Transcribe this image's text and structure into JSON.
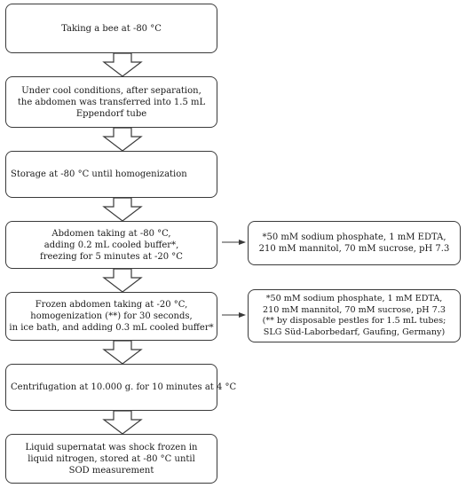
{
  "steps": [
    {
      "lines": [
        "Taking a bee at -80 °C"
      ]
    },
    {
      "lines": [
        "Under cool conditions, after separation,",
        "the abdomen was transferred into 1.5 mL",
        "Eppendorf tube"
      ]
    },
    {
      "lines": [
        "Storage at -80 °C until homogenization"
      ]
    },
    {
      "lines": [
        "Abdomen taking at -80 °C,",
        "adding 0.2 mL cooled buffer*,",
        "freezing for 5 minutes at -20 °C"
      ]
    },
    {
      "lines": [
        "Frozen abdomen taking at -20 °C,",
        "homogenization (**) for 30 seconds,",
        "in ice bath, and adding 0.3 mL cooled buffer*"
      ]
    },
    {
      "lines": [
        "Centrifugation at 10.000 g. for 10 minutes at 4 °C"
      ]
    },
    {
      "lines": [
        "Liquid supernatat was shock frozen in",
        "liquid nitrogen, stored at -80 °C until",
        "SOD measurement"
      ]
    }
  ],
  "notes": [
    {
      "lines": [
        "*50 mM sodium phosphate, 1 mM EDTA,",
        "210 mM mannitol, 70 mM sucrose, pH 7.3"
      ]
    },
    {
      "lines": [
        "*50 mM sodium phosphate, 1 mM EDTA,",
        "210 mM mannitol, 70 mM sucrose, pH 7.3",
        "(** by disposable pestles for 1.5 mL tubes;",
        "SLG Süd-Laborbedarf, Gaufing, Germany)"
      ]
    }
  ]
}
